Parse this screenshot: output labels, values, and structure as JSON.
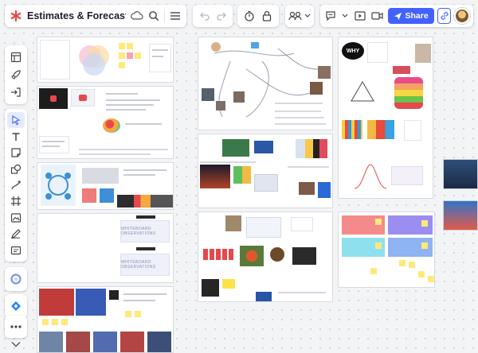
{
  "board": {
    "title": "Estimates & Forecasting ..."
  },
  "toolbar": {
    "share_label": "Share"
  },
  "colors": {
    "brand_red": "#e5484d",
    "accent_blue": "#4262ff",
    "sticky_yellow": "#ffe97a",
    "sticky_pink": "#f7a0b5",
    "sticky_blue": "#9fc6ee",
    "sticky_green": "#b6e3c6"
  },
  "icons": {
    "logo": "miro-logo-icon",
    "cloud": "cloud-sync-icon",
    "search": "search-icon",
    "menu": "hamburger-menu-icon",
    "undo": "undo-icon",
    "redo": "redo-icon",
    "timer": "timer-icon",
    "lock": "lock-icon",
    "collaborators": "collaborators-icon",
    "comment": "comment-icon",
    "present": "present-icon",
    "video": "video-call-icon",
    "share": "paper-plane-icon",
    "link": "link-icon"
  },
  "frames": {
    "whiteboard_banner": "WHITEBOARD OBSERVATIONS",
    "why_heading": "WHY"
  }
}
